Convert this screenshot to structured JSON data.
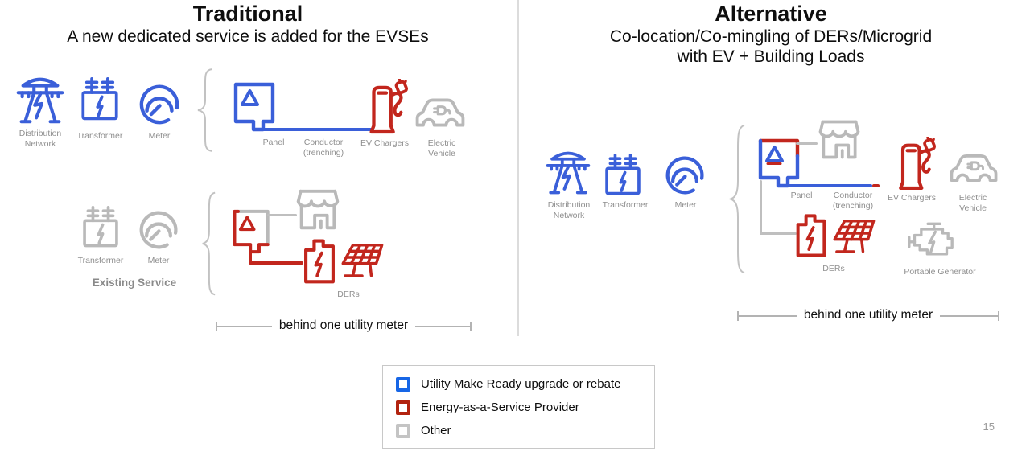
{
  "slide": {
    "page_number": "15"
  },
  "colors": {
    "blue": "#3A5FD9",
    "red": "#C2261D",
    "gray": "#B9B9B9",
    "label": "#8F8F8F",
    "wire": "#BFBFBF",
    "dim": "#B3B3B3",
    "divider": "#DCDCDC",
    "legend_blue": "#1766E6",
    "legend_red": "#B2230F",
    "legend_gray": "#C4C4C4",
    "text": "#0E0E0E",
    "muted_bold": "#8A8A8A",
    "page": "#9A9A9A"
  },
  "icons": {
    "distribution_network": "transmission-tower-icon",
    "transformer": "transformer-icon",
    "meter": "meter-gauge-icon",
    "panel": "electrical-panel-icon",
    "store": "storefront-icon",
    "ev_charger": "ev-charger-icon",
    "electric_vehicle": "electric-vehicle-icon",
    "der_battery": "battery-storage-icon",
    "solar": "solar-panel-icon",
    "portable_generator": "portable-generator-icon",
    "brace": "curly-brace"
  },
  "left": {
    "title": "Traditional",
    "subtitle": "A new dedicated service is added for the EVSEs",
    "labels": {
      "distribution": "Distribution\nNetwork",
      "transformer": "Transformer",
      "meter": "Meter",
      "panel": "Panel",
      "conductor": "Conductor\n(trenching)",
      "ev_chargers": "EV Chargers",
      "electric_vehicle": "Electric\nVehicle",
      "transformer2": "Transformer",
      "meter2": "Meter",
      "existing_service": "Existing Service",
      "ders": "DERs",
      "meter_span": "behind one utility meter"
    }
  },
  "right": {
    "title": "Alternative",
    "subtitle": "Co-location/Co-mingling of DERs/Microgrid\nwith EV + Building Loads",
    "labels": {
      "distribution": "Distribution\nNetwork",
      "transformer": "Transformer",
      "meter": "Meter",
      "panel": "Panel",
      "conductor": "Conductor\n(trenching)",
      "ev_chargers": "EV Chargers",
      "electric_vehicle": "Electric\nVehicle",
      "ders": "DERs",
      "portable_generator": "Portable Generator",
      "meter_span": "behind one utility meter"
    }
  },
  "legend": {
    "items": [
      {
        "label": "Utility Make Ready upgrade or rebate",
        "color": "#1766E6"
      },
      {
        "label": "Energy-as-a-Service Provider",
        "color": "#B2230F"
      },
      {
        "label": "Other",
        "color": "#C4C4C4"
      }
    ]
  }
}
